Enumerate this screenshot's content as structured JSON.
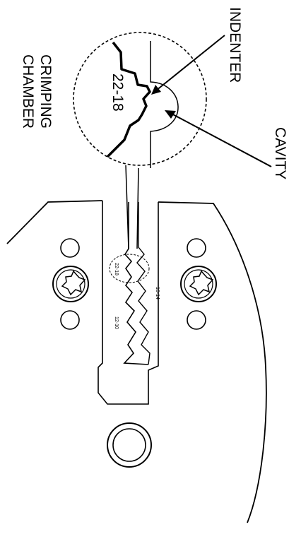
{
  "labels": {
    "indenter": "INDENTER",
    "cavity": "CAVITY",
    "crimping": "CRIMPING",
    "chamber": "CHAMBER",
    "gauge": "22-18",
    "die_large": "22-18",
    "die_mid": "16-14",
    "die_small": "12-10"
  },
  "colors": {
    "line": "#000000",
    "background": "#ffffff"
  }
}
